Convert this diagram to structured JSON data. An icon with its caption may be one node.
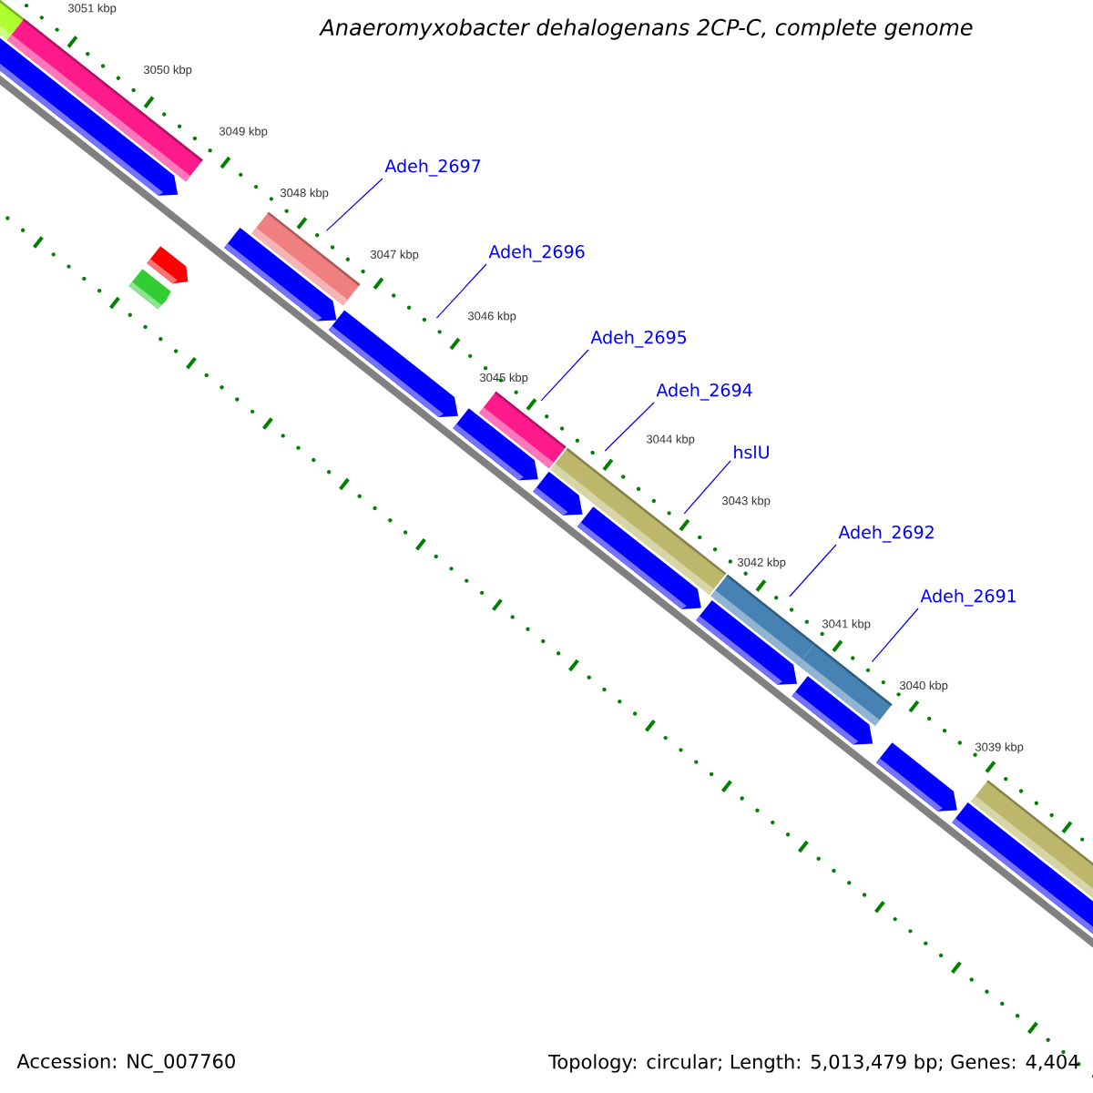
{
  "diagram": {
    "title": "Anaeromyxobacter dehalogenans 2CP-C, complete genome",
    "nodes": [
      {
        "text": [
          "Adeh_2697"
        ]
      },
      {
        "text": [
          "Adeh_2696"
        ]
      },
      {
        "text": [
          "Adeh_2695"
        ]
      },
      {
        "text": [
          "Adeh_2694"
        ]
      },
      {
        "text": [
          "hslU"
        ]
      },
      {
        "text": [
          "Adeh_2692"
        ]
      },
      {
        "text": [
          "Adeh_2691"
        ]
      }
    ],
    "edges": [
      {
        "from": 0,
        "to": null,
        "arrow": "none"
      },
      {
        "from": 1,
        "to": null,
        "arrow": "none"
      },
      {
        "from": 2,
        "to": null,
        "arrow": "none"
      },
      {
        "from": 3,
        "to": null,
        "arrow": "none"
      },
      {
        "from": 4,
        "to": null,
        "arrow": "none"
      },
      {
        "from": 5,
        "to": null,
        "arrow": "none"
      },
      {
        "from": 6,
        "to": null,
        "arrow": "none"
      }
    ],
    "labels": [
      "3051 kbp",
      "3050 kbp",
      "3049 kbp",
      "3048 kbp",
      "3047 kbp",
      "3046 kbp",
      "3045 kbp",
      "3044 kbp",
      "3043 kbp",
      "3042 kbp",
      "3041 kbp",
      "3040 kbp",
      "3039 kbp",
      "Accession: NC_007760",
      "Topology: circular; Length: 5,013,479 bp; Genes: 4,404"
    ]
  }
}
